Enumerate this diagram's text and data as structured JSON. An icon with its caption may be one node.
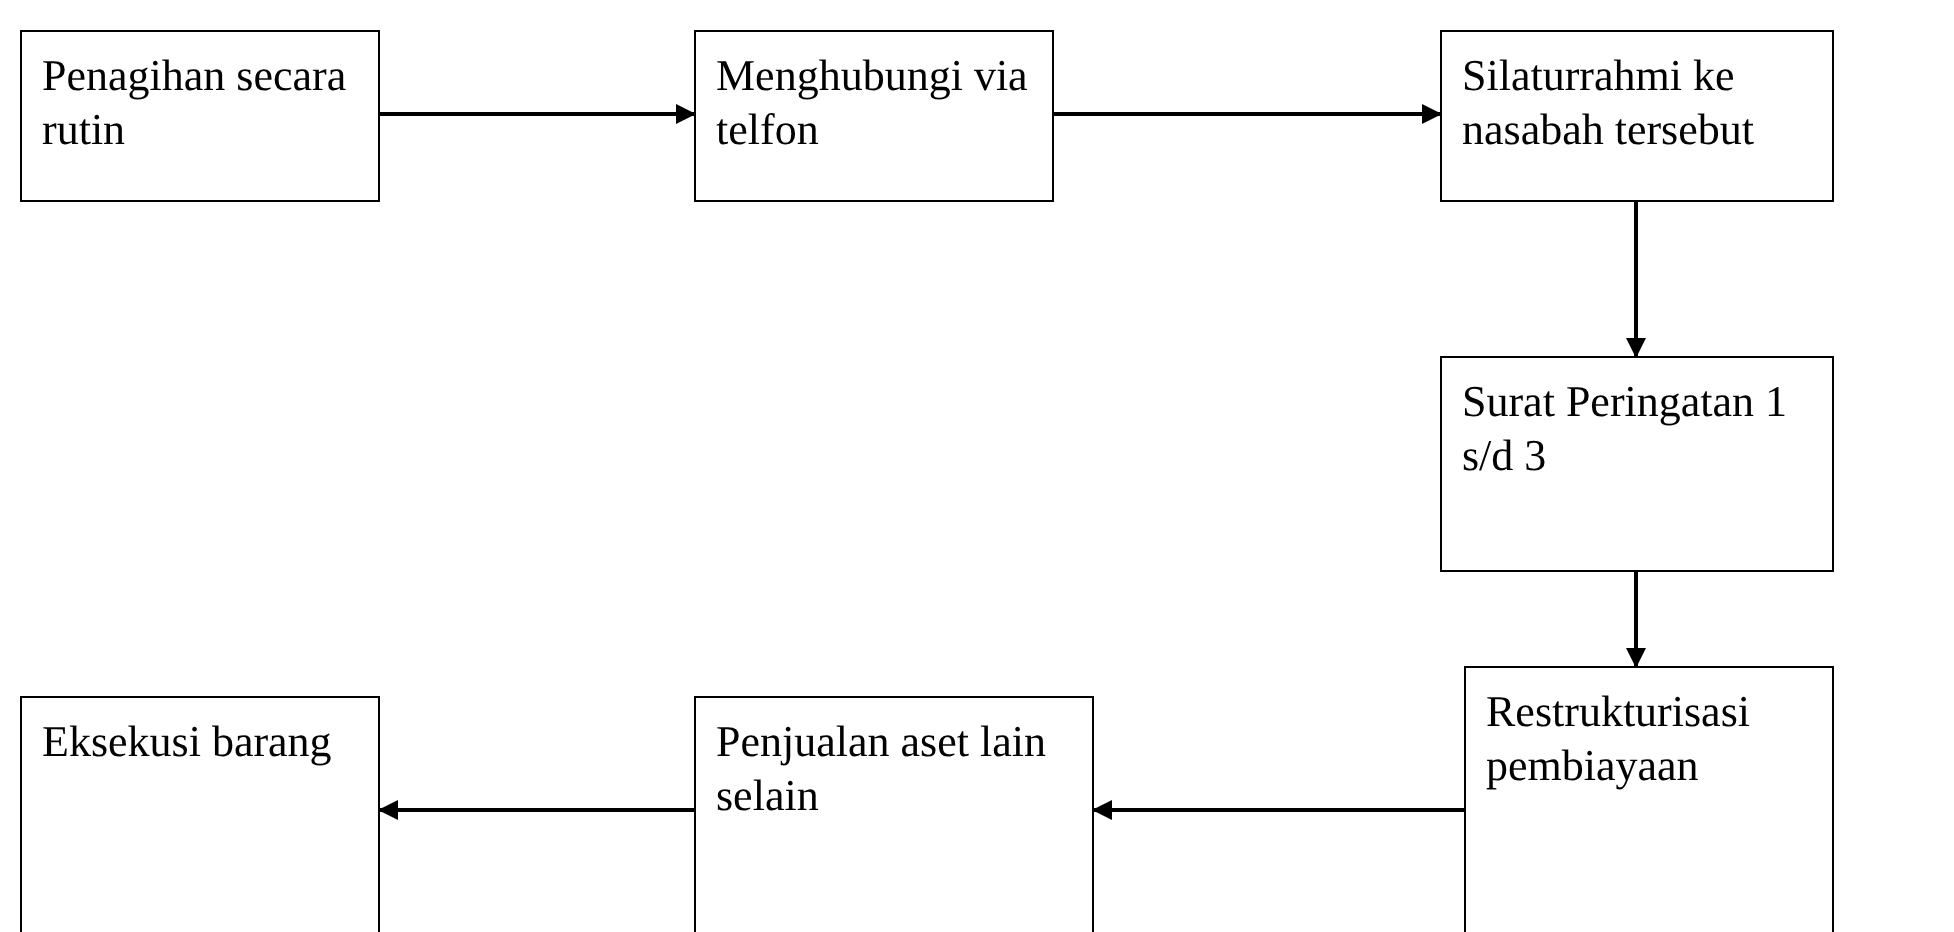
{
  "diagram": {
    "nodes": [
      {
        "text": [
          "Penagihan secara rutin"
        ]
      },
      {
        "text": [
          "Menghubungi via telfon"
        ]
      },
      {
        "text": [
          "Silaturrahmi ke nasabah tersebut"
        ]
      },
      {
        "text": [
          "Surat Peringatan 1 s/d 3"
        ]
      },
      {
        "text": [
          "Restrukturisasi pembiayaan"
        ]
      },
      {
        "text": [
          "Penjualan aset lain selain"
        ]
      },
      {
        "text": [
          "Eksekusi barang"
        ]
      }
    ],
    "edges": [
      {
        "from": 0,
        "to": 1,
        "arrow": "to"
      },
      {
        "from": 1,
        "to": 2,
        "arrow": "to"
      },
      {
        "from": 2,
        "to": 3,
        "arrow": "to"
      },
      {
        "from": 3,
        "to": 4,
        "arrow": "to"
      },
      {
        "from": 4,
        "to": 5,
        "arrow": "to"
      },
      {
        "from": 5,
        "to": 6,
        "arrow": "to"
      }
    ]
  }
}
